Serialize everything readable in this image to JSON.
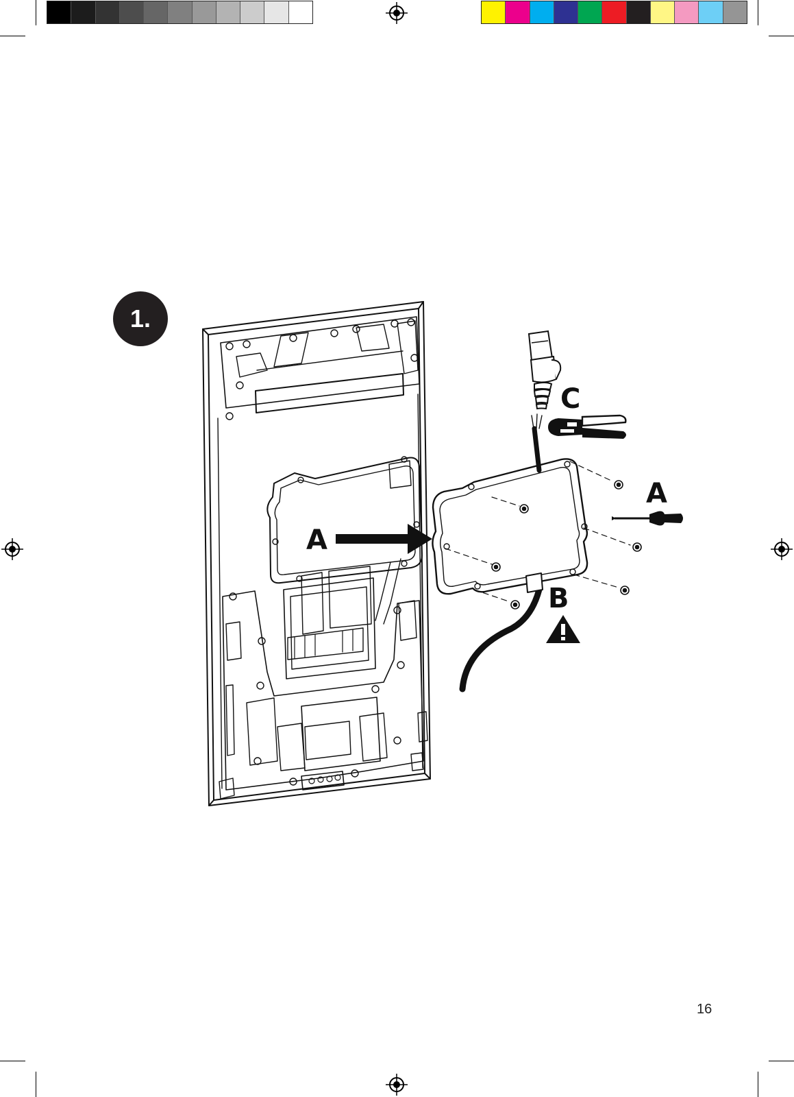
{
  "print_marks": {
    "gray_swatches": [
      "#000000",
      "#1c1c1c",
      "#333333",
      "#4d4d4d",
      "#666666",
      "#808080",
      "#999999",
      "#b3b3b3",
      "#cccccc",
      "#e6e6e6",
      "#ffffff"
    ],
    "color_swatches": [
      "#fff200",
      "#ec008c",
      "#00aeef",
      "#2e3192",
      "#00a651",
      "#ed1c24",
      "#231f20",
      "#fff685",
      "#f49ac1",
      "#6dcff6",
      "#959595"
    ]
  },
  "step": {
    "number": "1."
  },
  "callouts": {
    "a_arrow": "A",
    "a_screwdriver": "A",
    "b_cable": "B",
    "c_crimp": "C"
  },
  "icons": {
    "warning": "warning-icon",
    "screwdriver": "screwdriver-icon",
    "crimp_tool": "crimp-tool-icon",
    "rj45": "rj45-connector-icon"
  },
  "page_number": "16"
}
